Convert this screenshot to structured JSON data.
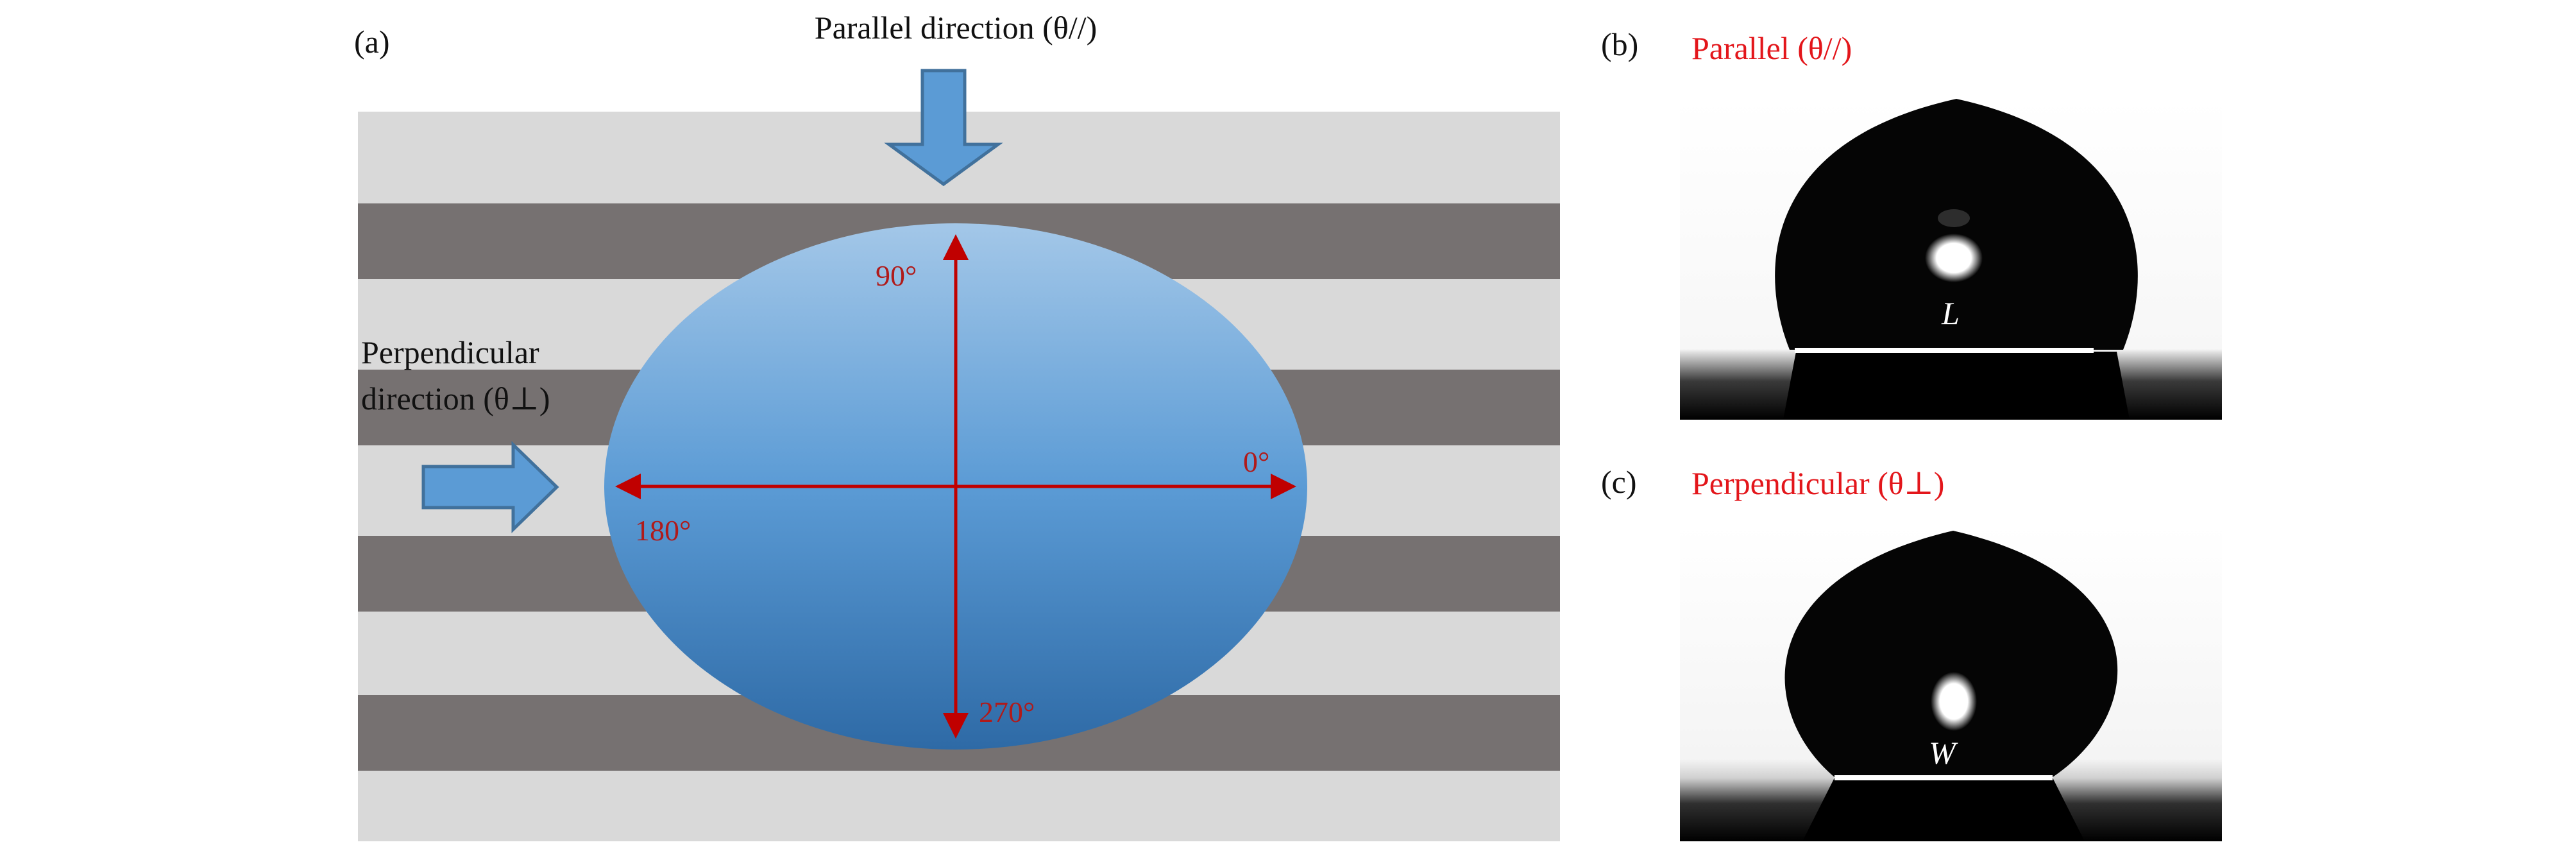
{
  "panel_a": {
    "label": "(a)",
    "top_title": "Parallel direction (θ//)",
    "side_title_line1": "Perpendicular",
    "side_title_line2": "direction (θ⊥)",
    "angles": {
      "a90": "90°",
      "a0": "0°",
      "a180": "180°",
      "a270": "270°"
    },
    "icons": [
      "arrow-down-icon",
      "arrow-right-icon"
    ],
    "colors": {
      "light_stripe": "#d9d9d9",
      "dark_stripe": "#767171",
      "drop_top": "#9dc3e6",
      "drop_bottom": "#2e6ba8",
      "axis": "#c00000",
      "arrow": "#5b9bd5"
    }
  },
  "panel_b": {
    "label": "(b)",
    "title": "Parallel (θ//)",
    "measure_label": "L"
  },
  "panel_c": {
    "label": "(c)",
    "title": "Perpendicular (θ⊥)",
    "measure_label": "W"
  }
}
